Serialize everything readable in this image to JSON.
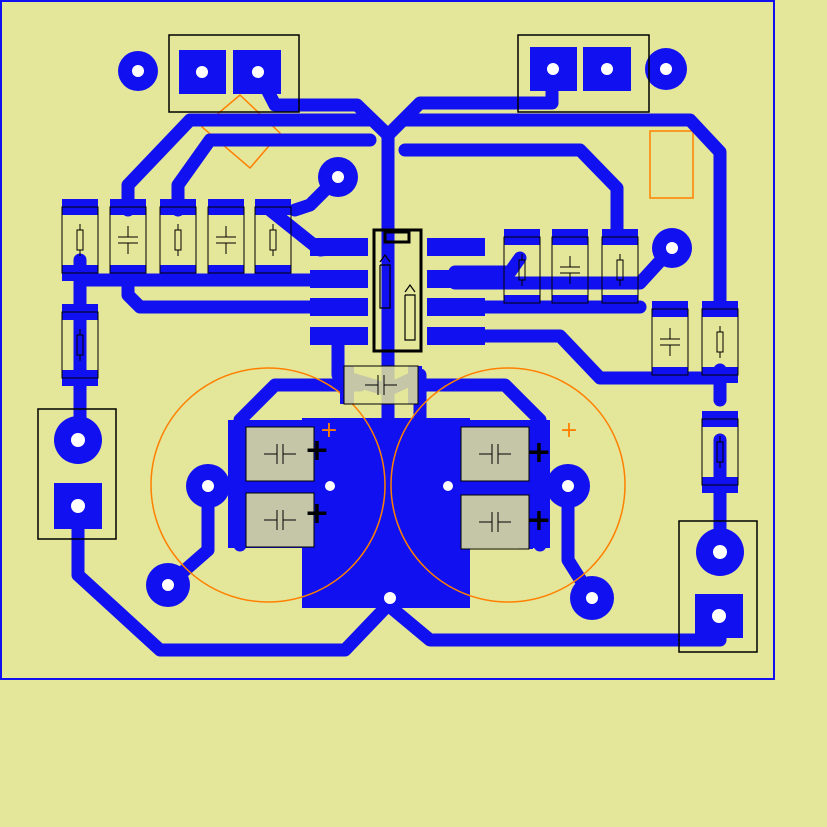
{
  "colors": {
    "background": "#e4e69a",
    "copper": "#1010f0",
    "board_outline": "#1010f0",
    "silkscreen": "#000000",
    "courtyard": "#ff8000"
  },
  "symbols": {
    "polarity_plus": "+"
  },
  "components": [
    {
      "kind": "connector-2pin",
      "name": "input-connector-top-left"
    },
    {
      "kind": "connector-2pin",
      "name": "output-connector-top-right"
    },
    {
      "kind": "connector-2pin",
      "name": "connector-left"
    },
    {
      "kind": "connector-2pin",
      "name": "connector-right"
    },
    {
      "kind": "ic-soic8",
      "name": "opamp-ic"
    },
    {
      "kind": "electrolytic-capacitor",
      "name": "cap-electrolytic-left"
    },
    {
      "kind": "electrolytic-capacitor",
      "name": "cap-electrolytic-right"
    },
    {
      "kind": "smd-resistor",
      "name": "resistor-r1"
    },
    {
      "kind": "smd-capacitor",
      "name": "capacitor-c1"
    },
    {
      "kind": "smd-resistor",
      "name": "resistor-r2"
    },
    {
      "kind": "smd-capacitor",
      "name": "capacitor-c2"
    },
    {
      "kind": "smd-resistor",
      "name": "resistor-r3"
    },
    {
      "kind": "smd-resistor",
      "name": "resistor-r4"
    },
    {
      "kind": "smd-resistor",
      "name": "resistor-r5"
    },
    {
      "kind": "smd-capacitor",
      "name": "capacitor-c3"
    },
    {
      "kind": "smd-resistor",
      "name": "resistor-r6"
    },
    {
      "kind": "smd-capacitor",
      "name": "capacitor-c4"
    },
    {
      "kind": "smd-resistor",
      "name": "resistor-r7"
    },
    {
      "kind": "smd-resistor",
      "name": "resistor-r8"
    },
    {
      "kind": "smd-capacitor",
      "name": "capacitor-c5"
    },
    {
      "kind": "smd-capacitor",
      "name": "capacitor-c6"
    },
    {
      "kind": "smd-capacitor",
      "name": "capacitor-c7"
    },
    {
      "kind": "smd-capacitor",
      "name": "capacitor-c8"
    },
    {
      "kind": "smd-capacitor",
      "name": "capacitor-c9"
    }
  ]
}
